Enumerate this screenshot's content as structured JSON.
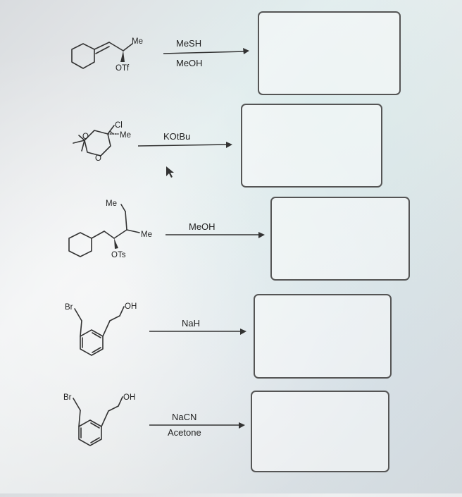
{
  "reactions": [
    {
      "labels": [
        "Me",
        "OTf"
      ],
      "reagents": [
        "MeSH",
        "MeOH"
      ]
    },
    {
      "labels": [
        "Cl",
        "Me",
        "O",
        "O"
      ],
      "reagents": [
        "KOtBu"
      ]
    },
    {
      "labels": [
        "Me",
        "Me",
        "OTs"
      ],
      "reagents": [
        "MeOH"
      ]
    },
    {
      "labels": [
        "Br",
        "OH"
      ],
      "reagents": [
        "NaH"
      ]
    },
    {
      "labels": [
        "Br",
        "OH"
      ],
      "reagents": [
        "NaCN",
        "Acetone"
      ]
    }
  ],
  "colors": {
    "ink": "#222222",
    "box_border": "#555555"
  },
  "icons": {
    "cursor": "mouse-pointer-icon"
  }
}
